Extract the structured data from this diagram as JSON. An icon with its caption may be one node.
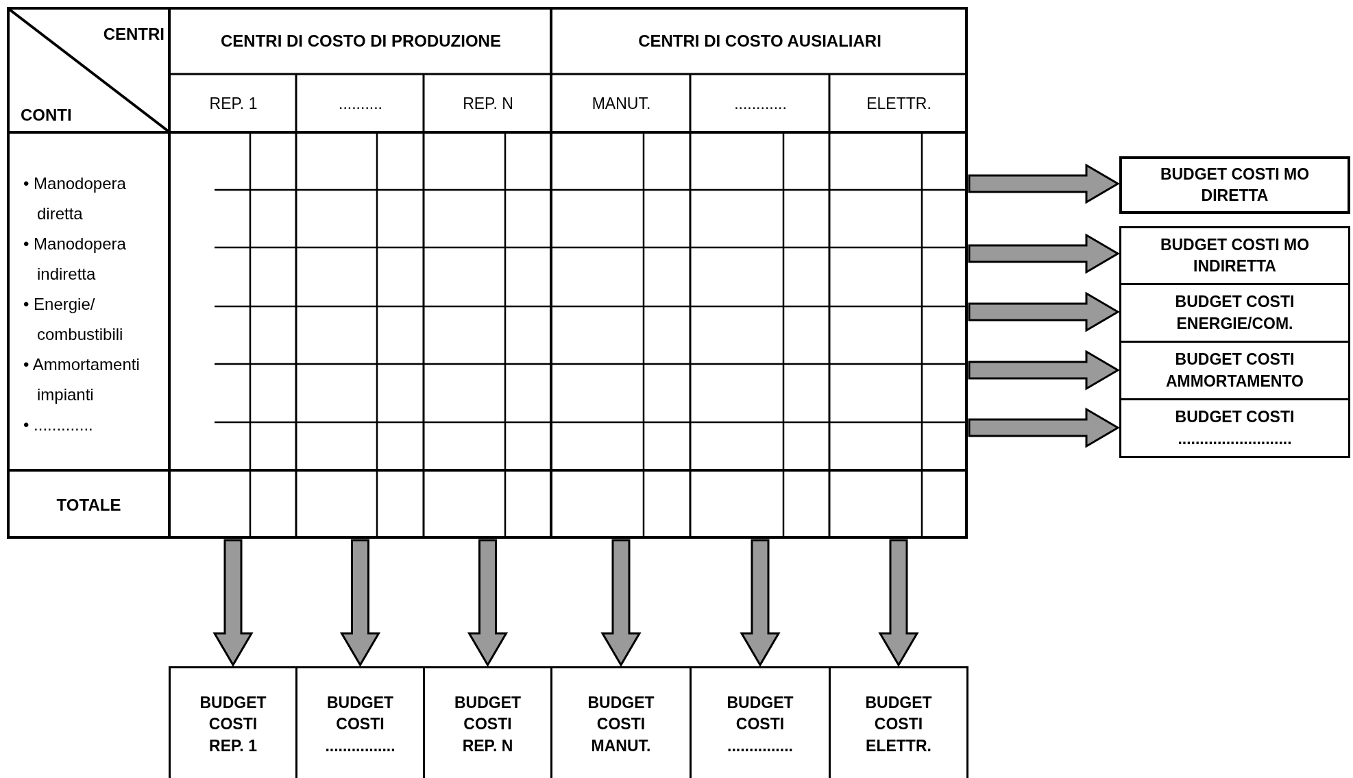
{
  "diagram": {
    "nodes": [
      {
        "text": [],
        "shape": "table"
      },
      {
        "text": [
          "BUDGET COSTI MO DIRETTA"
        ]
      },
      {
        "text": [
          "BUDGET COSTI MO INDIRETTA"
        ]
      },
      {
        "text": [
          "BUDGET COSTI ENERGIE/COM."
        ]
      },
      {
        "text": [
          "BUDGET COSTI AMMORTAMENTO"
        ]
      },
      {
        "text": [
          "BUDGET COSTI .........................."
        ]
      },
      {
        "text": [
          "BUDGET COSTI REP. 1"
        ]
      },
      {
        "text": [
          "BUDGET COSTI ................"
        ]
      },
      {
        "text": [
          "BUDGET COSTI REP. N"
        ]
      },
      {
        "text": [
          "BUDGET COSTI MANUT."
        ]
      },
      {
        "text": [
          "BUDGET COSTI ..............."
        ]
      },
      {
        "text": [
          "BUDGET COSTI ELETTR."
        ]
      }
    ],
    "edges": [
      {
        "from": 0,
        "to": 1,
        "arrow": "to"
      },
      {
        "from": 0,
        "to": 2,
        "arrow": "to"
      },
      {
        "from": 0,
        "to": 3,
        "arrow": "to"
      },
      {
        "from": 0,
        "to": 4,
        "arrow": "to"
      },
      {
        "from": 0,
        "to": 5,
        "arrow": "to"
      },
      {
        "from": 0,
        "to": 6,
        "arrow": "to"
      },
      {
        "from": 0,
        "to": 7,
        "arrow": "to"
      },
      {
        "from": 0,
        "to": 8,
        "arrow": "to"
      },
      {
        "from": 0,
        "to": 9,
        "arrow": "to"
      },
      {
        "from": 0,
        "to": 10,
        "arrow": "to"
      },
      {
        "from": 0,
        "to": 11,
        "arrow": "to"
      }
    ],
    "labels": [
      "CENTRI",
      "CONTI",
      "CENTRI DI COSTO DI PRODUZIONE",
      "CENTRI DI COSTO AUSIALIARI",
      "REP. 1",
      "..........",
      "REP. N",
      "MANUT.",
      "............",
      "ELETTR.",
      "• Manodopera diretta",
      "• Manodopera indiretta",
      "• Energie/ combustibili",
      "• Ammortamenti impianti",
      "• .............",
      "TOTALE"
    ]
  }
}
